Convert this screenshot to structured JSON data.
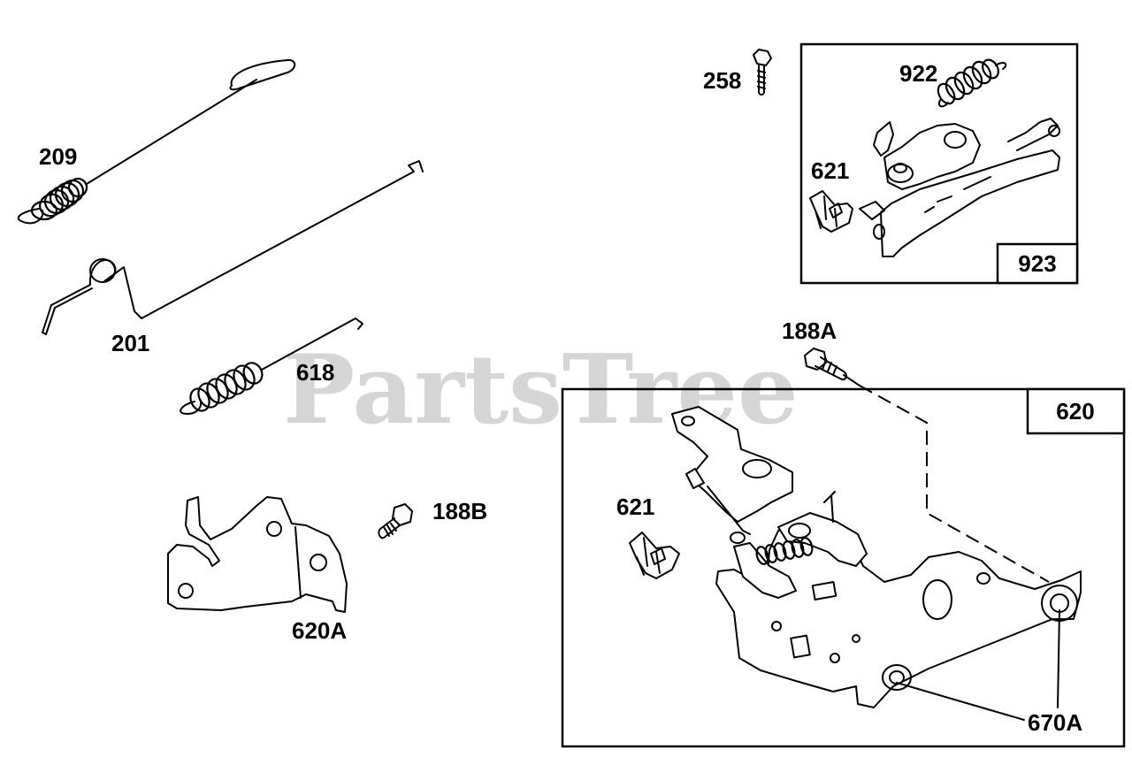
{
  "watermark": "PartsTree",
  "labels": {
    "p209": "209",
    "p201": "201",
    "p618": "618",
    "p620A": "620A",
    "p188B": "188B",
    "p258": "258",
    "p922": "922",
    "p621_top": "621",
    "p923": "923",
    "p188A": "188A",
    "p620": "620",
    "p621_bottom": "621",
    "p670A": "670A"
  },
  "icons": [
    "spring-209",
    "link-rod-201",
    "spring-618",
    "bracket-620A",
    "screw-188B",
    "screw-258",
    "spring-922",
    "clip-621",
    "control-assembly-923",
    "screw-188A",
    "control-bracket-620",
    "clip-621",
    "bushing-670A"
  ]
}
